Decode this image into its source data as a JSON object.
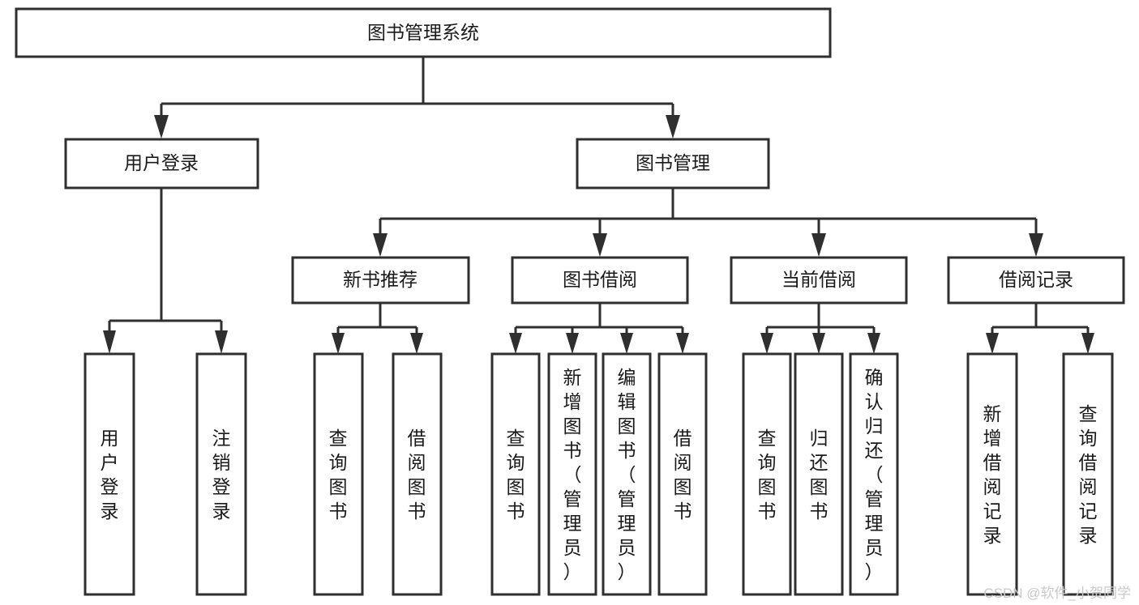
{
  "diagram": {
    "type": "tree-hierarchy-diagram",
    "title": "图书管理系统",
    "orientation": "top-down",
    "colors": {
      "box_border": "#2f2f2f",
      "box_fill": "#ffffff",
      "connector": "#2f2f2f",
      "text": "#1a1a1a",
      "background": "#ffffff",
      "watermark": "#c9c9c9"
    },
    "root": {
      "id": "root",
      "label": "图书管理系统"
    },
    "level2": [
      {
        "id": "user-login",
        "label": "用户登录"
      },
      {
        "id": "book-management",
        "label": "图书管理"
      }
    ],
    "level3": [
      {
        "id": "new-book-recommend",
        "label": "新书推荐",
        "parent": "book-management"
      },
      {
        "id": "book-borrow",
        "label": "图书借阅",
        "parent": "book-management"
      },
      {
        "id": "current-borrow",
        "label": "当前借阅",
        "parent": "book-management"
      },
      {
        "id": "borrow-record",
        "label": "借阅记录",
        "parent": "book-management"
      }
    ],
    "leaves": {
      "user-login": [
        {
          "id": "leaf-user-login",
          "label": "用户登录"
        },
        {
          "id": "leaf-logout-login",
          "label": "注销登录"
        }
      ],
      "new-book-recommend": [
        {
          "id": "leaf-query-book-1",
          "label": "查询图书"
        },
        {
          "id": "leaf-borrow-book-1",
          "label": "借阅图书"
        }
      ],
      "book-borrow": [
        {
          "id": "leaf-query-book-2",
          "label": "查询图书"
        },
        {
          "id": "leaf-add-book",
          "label": "新增图书（管理员）"
        },
        {
          "id": "leaf-edit-book",
          "label": "编辑图书（管理员）"
        },
        {
          "id": "leaf-borrow-book-2",
          "label": "借阅图书"
        }
      ],
      "current-borrow": [
        {
          "id": "leaf-query-book-3",
          "label": "查询图书"
        },
        {
          "id": "leaf-return-book",
          "label": "归还图书"
        },
        {
          "id": "leaf-confirm-return",
          "label": "确认归还（管理员）"
        }
      ],
      "borrow-record": [
        {
          "id": "leaf-add-record",
          "label": "新增借阅记录"
        },
        {
          "id": "leaf-query-record",
          "label": "查询借阅记录"
        }
      ]
    }
  },
  "watermark": {
    "text": "CSDN @软件_小贺同学"
  }
}
